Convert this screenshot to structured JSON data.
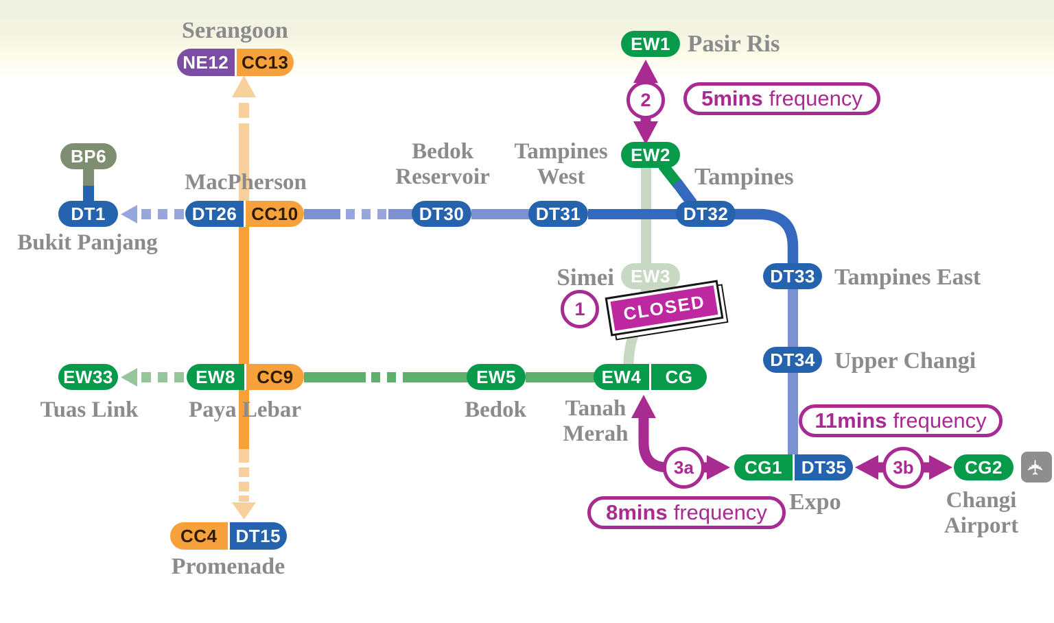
{
  "colors": {
    "ew_green": "#079a4a",
    "ew_line": "#5fae6c",
    "ew_dash": "#95c69b",
    "ew_faded": "#c8d9c3",
    "dt_blue": "#2563ae",
    "dt_line_dark": "#3569be",
    "dt_line_light": "#7c92d0",
    "dt_dash": "#97a6dc",
    "cc_orange": "#f6a13b",
    "cc_faded": "#f8d09c",
    "ne_purple": "#7b4ea3",
    "bp_sage": "#7e8f71",
    "magenta": "#a82b92",
    "label_grey": "#8b8b8b"
  },
  "stations": {
    "serangoon": {
      "name": "Serangoon",
      "codes": [
        "NE12",
        "CC13"
      ]
    },
    "bp6": {
      "codes": [
        "BP6"
      ]
    },
    "bukit_panjang": {
      "name": "Bukit Panjang",
      "codes": [
        "DT1"
      ]
    },
    "macpherson": {
      "name": "MacPherson",
      "codes": [
        "DT26",
        "CC10"
      ]
    },
    "bedok_reservoir": {
      "name": "Bedok\nReservoir",
      "codes": [
        "DT30"
      ]
    },
    "tampines_west": {
      "name": "Tampines\nWest",
      "codes": [
        "DT31"
      ]
    },
    "pasir_ris": {
      "name": "Pasir Ris",
      "codes": [
        "EW1"
      ]
    },
    "tampines": {
      "name": "Tampines",
      "codes": [
        "EW2",
        "DT32"
      ]
    },
    "simei": {
      "name": "Simei",
      "codes": [
        "EW3"
      ],
      "status": "closed"
    },
    "tampines_east": {
      "name": "Tampines East",
      "codes": [
        "DT33"
      ]
    },
    "upper_changi": {
      "name": "Upper Changi",
      "codes": [
        "DT34"
      ]
    },
    "tuas_link": {
      "name": "Tuas Link",
      "codes": [
        "EW33"
      ]
    },
    "paya_lebar": {
      "name": "Paya Lebar",
      "codes": [
        "EW8",
        "CC9"
      ]
    },
    "bedok": {
      "name": "Bedok",
      "codes": [
        "EW5"
      ]
    },
    "tanah_merah": {
      "name": "Tanah\nMerah",
      "codes": [
        "EW4",
        "CG"
      ]
    },
    "expo": {
      "name": "Expo",
      "codes": [
        "CG1",
        "DT35"
      ]
    },
    "changi_airport": {
      "name": "Changi\nAirport",
      "codes": [
        "CG2"
      ]
    },
    "promenade": {
      "name": "Promenade",
      "codes": [
        "CC4",
        "DT15"
      ]
    }
  },
  "annotations": {
    "steps": {
      "one": "1",
      "two": "2",
      "three_a": "3a",
      "three_b": "3b"
    },
    "closed": "CLOSED",
    "frequencies": {
      "five": {
        "value": "5mins",
        "label": "frequency"
      },
      "eight": {
        "value": "8mins",
        "label": "frequency"
      },
      "eleven": {
        "value": "11mins",
        "label": "frequency"
      }
    }
  },
  "icons": {
    "airplane": "✈"
  }
}
